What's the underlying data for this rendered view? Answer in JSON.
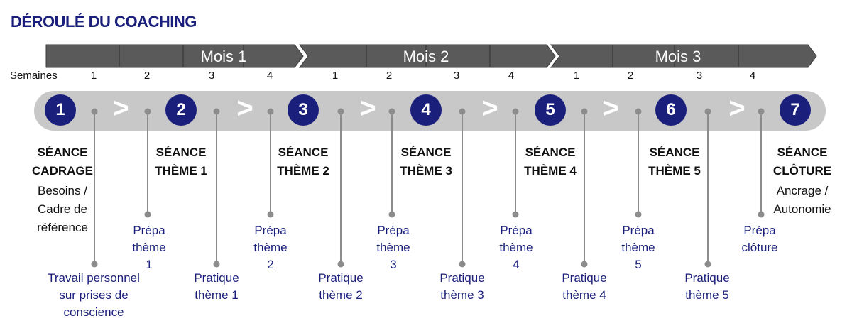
{
  "title": "DÉROULÉ DU COACHING",
  "months": [
    "Mois 1",
    "Mois 2",
    "Mois 3"
  ],
  "weeks_label": "Semaines",
  "weeks": [
    "1",
    "2",
    "3",
    "4",
    "1",
    "2",
    "3",
    "4",
    "1",
    "2",
    "3",
    "4"
  ],
  "sessions": [
    {
      "num": "1",
      "title1": "SÉANCE",
      "title2": "CADRAGE",
      "desc": [
        "Besoins /",
        "Cadre de",
        "référence"
      ]
    },
    {
      "num": "2",
      "title1": "SÉANCE",
      "title2": "THÈME 1",
      "desc": []
    },
    {
      "num": "3",
      "title1": "SÉANCE",
      "title2": "THÈME 2",
      "desc": []
    },
    {
      "num": "4",
      "title1": "SÉANCE",
      "title2": "THÈME 3",
      "desc": []
    },
    {
      "num": "5",
      "title1": "SÉANCE",
      "title2": "THÈME 4",
      "desc": []
    },
    {
      "num": "6",
      "title1": "SÉANCE",
      "title2": "THÈME 5",
      "desc": []
    },
    {
      "num": "7",
      "title1": "SÉANCE",
      "title2": "CLÔTURE",
      "desc": [
        "Ancrage /",
        "Autonomie"
      ]
    }
  ],
  "separator": ">",
  "activities_low": [
    {
      "lines": [
        "Travail personnel",
        "sur prises de",
        "conscience"
      ]
    },
    {
      "lines": [
        "Pratique",
        "thème 1"
      ]
    },
    {
      "lines": [
        "Pratique",
        "thème 2"
      ]
    },
    {
      "lines": [
        "Pratique",
        "thème 3"
      ]
    },
    {
      "lines": [
        "Pratique",
        "thème 4"
      ]
    },
    {
      "lines": [
        "Pratique",
        "thème 5"
      ]
    }
  ],
  "activities_high": [
    {
      "lines": [
        "Prépa",
        "thème",
        "1"
      ]
    },
    {
      "lines": [
        "Prépa",
        "thème",
        "2"
      ]
    },
    {
      "lines": [
        "Prépa",
        "thème",
        "3"
      ]
    },
    {
      "lines": [
        "Prépa",
        "thème",
        "4"
      ]
    },
    {
      "lines": [
        "Prépa",
        "thème",
        "5"
      ]
    },
    {
      "lines": [
        "Prépa",
        "clôture"
      ]
    }
  ],
  "colors": {
    "navy": "#1b1f7c",
    "bar": "#5a5a5a",
    "track": "#c8c8c8",
    "line": "#8c8c8c"
  }
}
